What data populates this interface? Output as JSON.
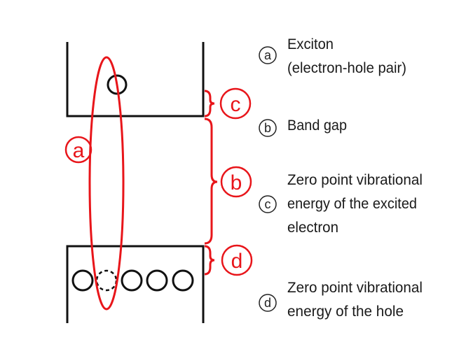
{
  "colors": {
    "red": "#e8151a",
    "black": "#111111"
  },
  "labels": {
    "a": "a",
    "b": "b",
    "c": "c",
    "d": "d"
  },
  "legend": [
    {
      "letter": "a",
      "lines": [
        "Exciton",
        "(electron-hole pair)"
      ]
    },
    {
      "letter": "b",
      "lines": [
        "Band gap"
      ]
    },
    {
      "letter": "c",
      "lines": [
        "Zero point vibrational",
        "energy of the excited",
        "electron"
      ]
    },
    {
      "letter": "d",
      "lines": [
        "Zero point vibrational",
        "energy of the hole"
      ]
    }
  ]
}
